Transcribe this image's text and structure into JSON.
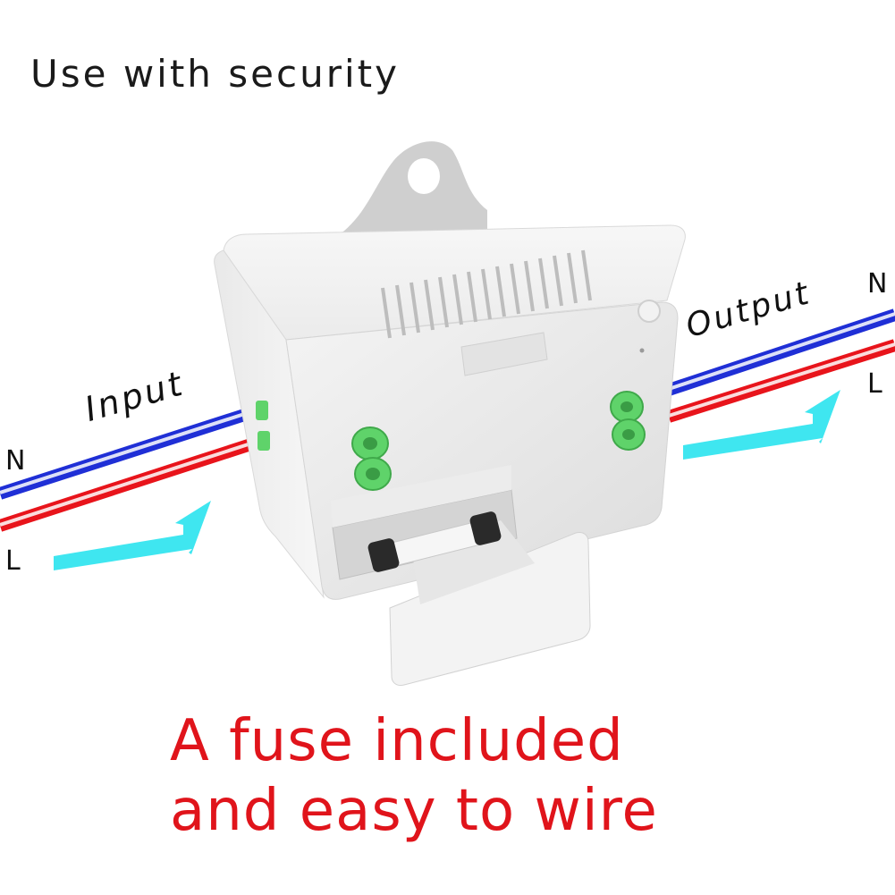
{
  "heading": "Use with security",
  "input_label": "Input",
  "output_label": "Output",
  "input_wires": {
    "neutral": "N",
    "live": "L"
  },
  "output_wires": {
    "neutral": "N",
    "live": "L"
  },
  "caption": {
    "line1": "A fuse included",
    "line2": "and easy to wire"
  },
  "colors": {
    "neutral_wire": "#1f2fd6",
    "live_wire": "#e8141b",
    "arrow": "#3fe6f0",
    "terminal": "#5fd36a",
    "caption": "#e0141b"
  }
}
